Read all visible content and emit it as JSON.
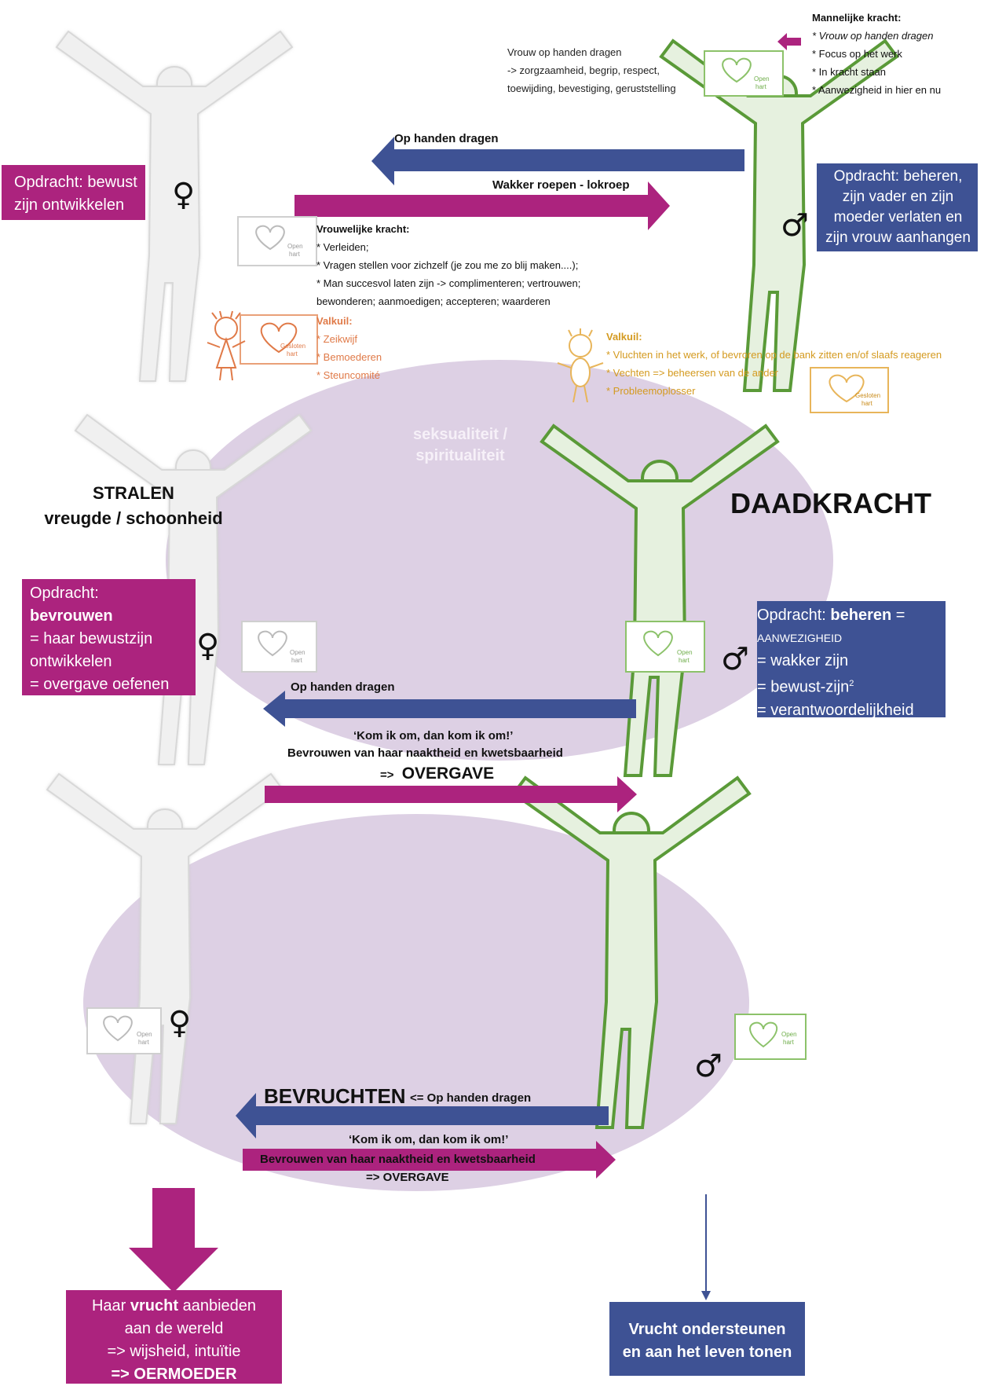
{
  "section1": {
    "woman_task": [
      "Opdracht: bewust",
      "zijn ontwikkelen"
    ],
    "man_task": [
      "Opdracht: beheren,",
      "zijn vader en zijn",
      "moeder verlaten en",
      "zijn vrouw aanhangen"
    ],
    "arrow_left_label": "Op handen dragen",
    "arrow_right_label": "Wakker roepen - lokroep",
    "male_text": [
      "Vrouw op handen dragen",
      "-> zorgzaamheid, begrip, respect,",
      "toewijding, bevestiging, geruststelling"
    ],
    "male_power": {
      "title": "Mannelijke kracht:",
      "items": [
        "* Vrouw op handen dragen",
        "* Focus op het werk",
        "* In kracht staan",
        "* Aanwezigheid in hier en nu"
      ]
    },
    "female_power": {
      "title": "Vrouwelijke kracht:",
      "lines": [
        "* Verleiden;",
        "* Vragen stellen voor zichzelf (je zou me zo blij maken....);",
        "* Man succesvol laten zijn -> complimenteren;  vertrouwen;",
        "bewonderen;  aanmoedigen;  accepteren;  waarderen"
      ]
    },
    "female_pitfall": {
      "title": "Valkuil:",
      "items": [
        "* Zeikwijf",
        "* Bemoederen",
        "* Steuncomité"
      ]
    },
    "male_pitfall": {
      "title": "Valkuil:",
      "items": [
        "* Vluchten in het werk, of bevroren op de bank zitten en/of slaafs reageren",
        "* Vechten => beheersen van de ander",
        "* Probleemoplosser"
      ]
    }
  },
  "cards": {
    "open": [
      "Open",
      "hart"
    ],
    "closed": [
      "Gesloten",
      "hart"
    ]
  },
  "symbols": {
    "female": "♀",
    "male": "♂"
  },
  "section2": {
    "ellipse_label": [
      "seksualiteit /",
      "spiritualiteit"
    ],
    "left_heading": [
      "STRALEN",
      "vreugde / schoonheid"
    ],
    "right_heading": "DAADKRACHT",
    "woman_task": [
      "Opdracht:",
      "bevrouwen",
      "= haar bewustzijn",
      "ontwikkelen",
      "= overgave oefenen"
    ],
    "man_task": {
      "prefix": "Opdracht: ",
      "bold": "beheren",
      "suffix": " =",
      "caps": "AANWEZIGHEID",
      "lines": [
        "= wakker zijn",
        "= bewust-zijn",
        "= verantwoordelijkheid"
      ],
      "sup": "2"
    },
    "arrow_left_label": "Op handen dragen",
    "quote": "‘Kom ik om, dan kom ik om!’",
    "sub": "Bevrouwen van haar naaktheid en kwetsbaarheid",
    "overgave_prefix": "=>",
    "overgave": "OVERGAVE"
  },
  "section3": {
    "bevruchten": "BEVRUCHTEN",
    "arrow_left_label": "<= Op handen dragen",
    "quote": "‘Kom ik om, dan kom ik om!’",
    "sub": "Bevrouwen van haar naaktheid en kwetsbaarheid",
    "overgave": "=>  OVERGAVE",
    "woman_result": {
      "l1a": "Haar ",
      "l1b": "vrucht",
      "l1c": " aanbieden",
      "l2": "aan de wereld",
      "l3": "=> wijsheid, intuïtie",
      "l4": "=> OERMOEDER"
    },
    "man_result": [
      "Vrucht ondersteunen",
      "en aan het leven tonen"
    ]
  },
  "colors": {
    "magenta": "#ac237e",
    "blue": "#3e5294",
    "ellipse": "#ddd0e4",
    "figure_gray": "#f0f0f0",
    "figure_green": "#e6f1df",
    "green_outline": "#5a9a38"
  }
}
